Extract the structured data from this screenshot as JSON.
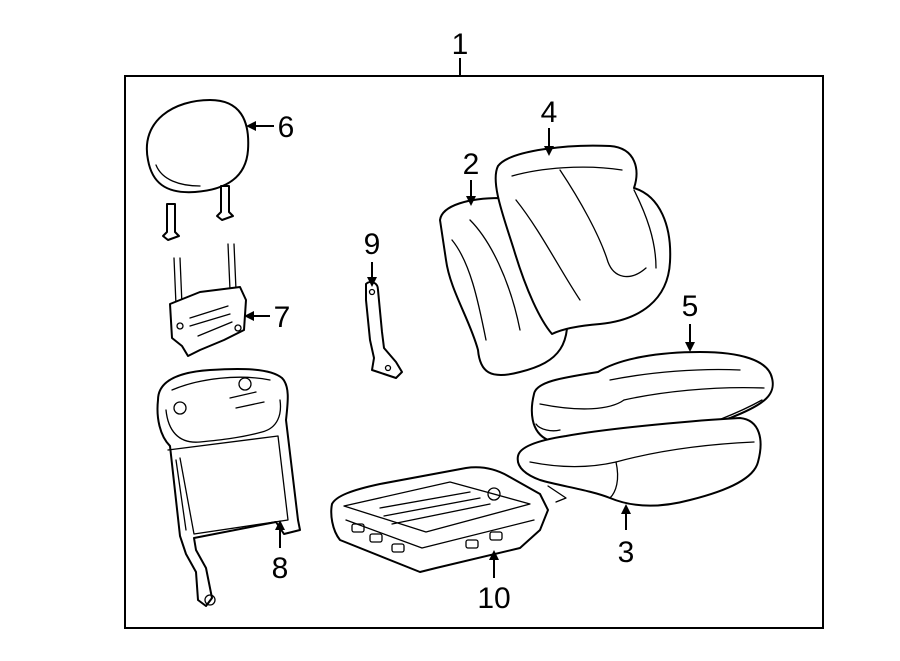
{
  "diagram": {
    "callouts": [
      {
        "id": "1",
        "label": "1",
        "part": "seat-assembly"
      },
      {
        "id": "2",
        "label": "2",
        "part": "back-cushion-cover"
      },
      {
        "id": "3",
        "label": "3",
        "part": "seat-cushion-pad"
      },
      {
        "id": "4",
        "label": "4",
        "part": "back-cushion-pad"
      },
      {
        "id": "5",
        "label": "5",
        "part": "seat-cushion-cover"
      },
      {
        "id": "6",
        "label": "6",
        "part": "headrest"
      },
      {
        "id": "7",
        "label": "7",
        "part": "headrest-guide"
      },
      {
        "id": "8",
        "label": "8",
        "part": "seat-back-frame"
      },
      {
        "id": "9",
        "label": "9",
        "part": "bracket"
      },
      {
        "id": "10",
        "label": "10",
        "part": "seat-cushion-frame"
      }
    ]
  },
  "colors": {
    "line": "#000000",
    "background": "#ffffff"
  }
}
